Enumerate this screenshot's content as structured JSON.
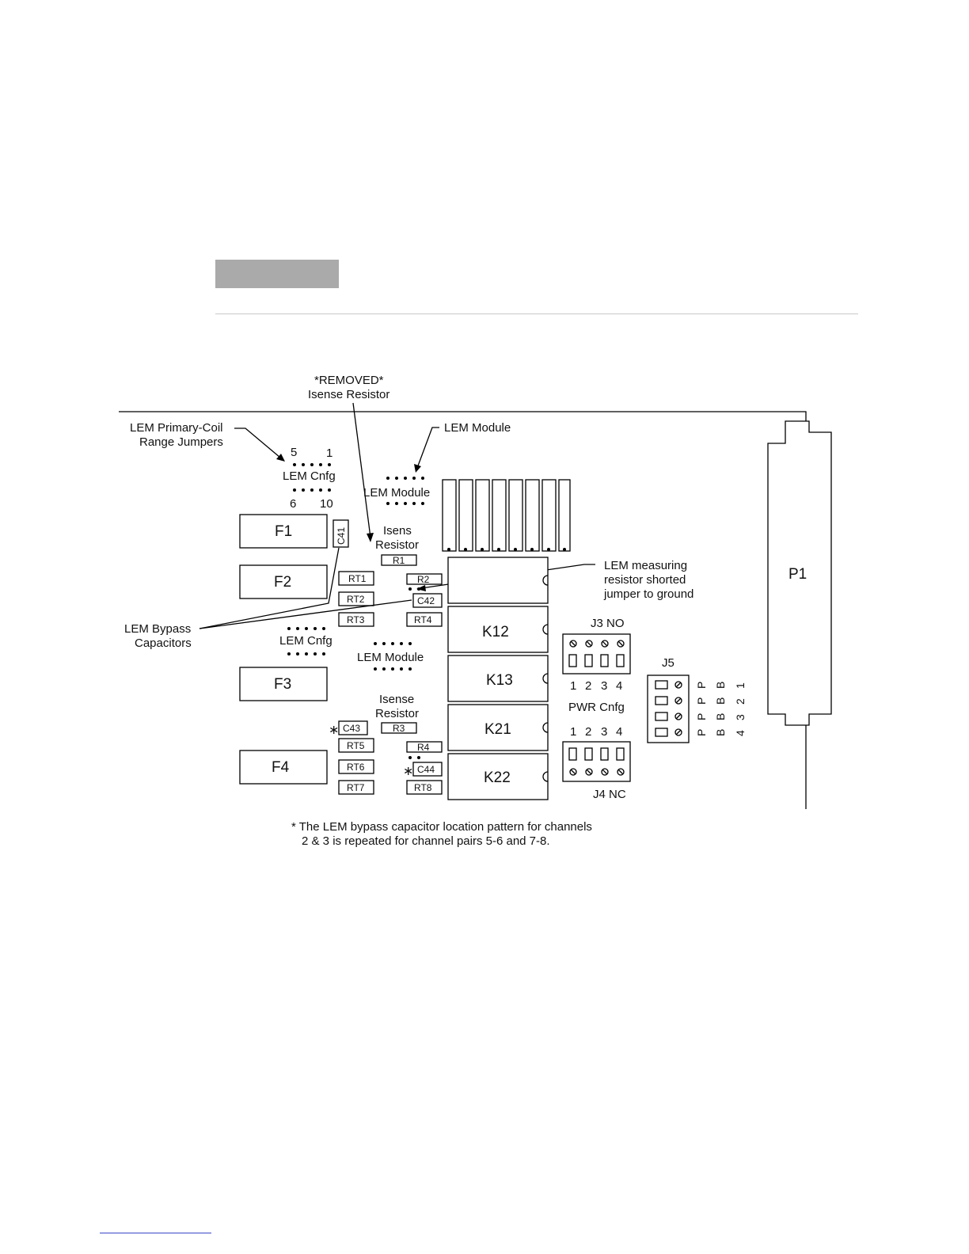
{
  "labels": {
    "removed": "*REMOVED*",
    "isense_resistor_top": "Isense Resistor",
    "lem_primary_coil": "LEM Primary-Coil",
    "range_jumpers": "Range Jumpers",
    "lem_module_callout": "LEM Module",
    "pin_5": "5",
    "pin_1": "1",
    "pin_6": "6",
    "pin_10": "10",
    "lem_cnfg_top": "LEM Cnfg",
    "lem_module_top": "LEM Module",
    "isens": "Isens",
    "resistor_1": "Resistor",
    "lem_measuring": "LEM measuring",
    "resistor_shorted": "resistor shorted",
    "jumper_to_ground": "jumper to ground",
    "lem_bypass": "LEM Bypass",
    "capacitors": "Capacitors",
    "lem_cnfg_mid": "LEM Cnfg",
    "lem_module_mid": "LEM Module",
    "isense": "Isense",
    "resistor_2": "Resistor",
    "j3_no": "J3  NO",
    "j5": "J5",
    "j4_nc": "J4  NC",
    "pwr_cnfg": "PWR Cnfg",
    "nums_top": [
      "1",
      "2",
      "3",
      "4"
    ],
    "nums_bottom": [
      "1",
      "2",
      "3",
      "4"
    ],
    "j5_cols": [
      "P",
      "P",
      "P",
      "P",
      "B",
      "B",
      "B",
      "B",
      "1",
      "2",
      "3",
      "4"
    ],
    "star_c43": "∗",
    "star_c44": "∗",
    "note_line1": "* The LEM bypass capacitor location pattern for channels",
    "note_line2": "2 & 3 is repeated for channel pairs 5-6 and 7-8."
  },
  "components": {
    "F1": "F1",
    "F2": "F2",
    "F3": "F3",
    "F4": "F4",
    "C41": "C41",
    "C42": "C42",
    "C43": "C43",
    "C44": "C44",
    "R1": "R1",
    "R2": "R2",
    "R3": "R3",
    "R4": "R4",
    "RT1": "RT1",
    "RT2": "RT2",
    "RT3": "RT3",
    "RT4": "RT4",
    "RT5": "RT5",
    "RT6": "RT6",
    "RT7": "RT7",
    "RT8": "RT8",
    "K12": "K12",
    "K13": "K13",
    "K21": "K21",
    "K22": "K22",
    "P1": "P1"
  }
}
